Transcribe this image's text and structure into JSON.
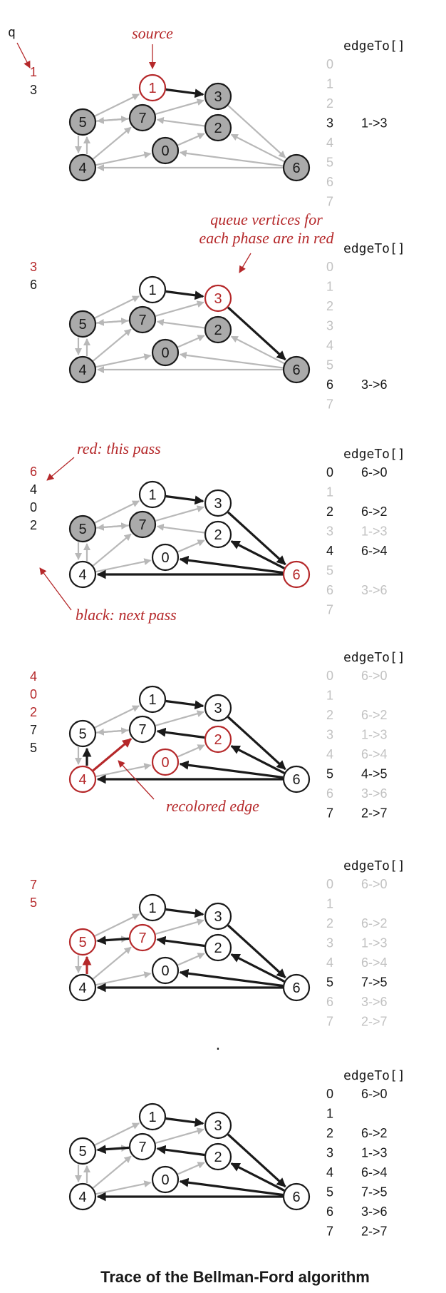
{
  "caption": "Trace of the Bellman-Ford algorithm",
  "colors": {
    "red": "#b5282a",
    "black": "#1a1a1a",
    "gray_edge": "#b8b8b8",
    "gray_fill": "#aaaaaa",
    "dim_text": "#c2c2c2"
  },
  "vertex_labels": [
    "0",
    "1",
    "2",
    "3",
    "4",
    "5",
    "6",
    "7"
  ],
  "edges": [
    {
      "from": 4,
      "to": 0
    },
    {
      "from": 0,
      "to": 2
    },
    {
      "from": 4,
      "to": 7
    },
    {
      "from": 5,
      "to": 1
    },
    {
      "from": 5,
      "to": 7
    },
    {
      "from": 7,
      "to": 5
    },
    {
      "from": 7,
      "to": 3
    },
    {
      "from": 1,
      "to": 3
    },
    {
      "from": 3,
      "to": 6
    },
    {
      "from": 6,
      "to": 0
    },
    {
      "from": 6,
      "to": 2
    },
    {
      "from": 6,
      "to": 4
    },
    {
      "from": 2,
      "to": 7
    },
    {
      "from": 5,
      "to": 4
    },
    {
      "from": 4,
      "to": 5
    }
  ],
  "edgeTo_header": "edgeTo[]",
  "queue_header": "q",
  "panels": [
    {
      "queue": [
        {
          "t": "1",
          "c": "red"
        },
        {
          "t": "3",
          "c": "black"
        }
      ],
      "gray": [
        0,
        2,
        3,
        4,
        5,
        6,
        7
      ],
      "red": [
        1
      ],
      "black_edges": [
        [
          1,
          3
        ]
      ],
      "red_edges": [],
      "table": [
        {
          "i": "0",
          "e": "",
          "s": "dim"
        },
        {
          "i": "1",
          "e": "",
          "s": "dim"
        },
        {
          "i": "2",
          "e": "",
          "s": "dim"
        },
        {
          "i": "3",
          "e": "1->3",
          "s": "black"
        },
        {
          "i": "4",
          "e": "",
          "s": "dim"
        },
        {
          "i": "5",
          "e": "",
          "s": "dim"
        },
        {
          "i": "6",
          "e": "",
          "s": "dim"
        },
        {
          "i": "7",
          "e": "",
          "s": "dim"
        }
      ]
    },
    {
      "queue": [
        {
          "t": "3",
          "c": "red"
        },
        {
          "t": "6",
          "c": "black"
        }
      ],
      "gray": [
        0,
        2,
        4,
        5,
        6,
        7
      ],
      "red": [
        3
      ],
      "black_edges": [
        [
          1,
          3
        ],
        [
          3,
          6
        ]
      ],
      "red_edges": [],
      "table": [
        {
          "i": "0",
          "e": "",
          "s": "dim"
        },
        {
          "i": "1",
          "e": "",
          "s": "dim"
        },
        {
          "i": "2",
          "e": "",
          "s": "dim"
        },
        {
          "i": "3",
          "e": "",
          "s": "dim"
        },
        {
          "i": "4",
          "e": "",
          "s": "dim"
        },
        {
          "i": "5",
          "e": "",
          "s": "dim"
        },
        {
          "i": "6",
          "e": "3->6",
          "s": "black"
        },
        {
          "i": "7",
          "e": "",
          "s": "dim"
        }
      ]
    },
    {
      "queue": [
        {
          "t": "6",
          "c": "red"
        },
        {
          "t": "4",
          "c": "black"
        },
        {
          "t": "0",
          "c": "black"
        },
        {
          "t": "2",
          "c": "black"
        }
      ],
      "gray": [
        5,
        7
      ],
      "red": [
        6
      ],
      "black_edges": [
        [
          1,
          3
        ],
        [
          3,
          6
        ],
        [
          6,
          0
        ],
        [
          6,
          2
        ],
        [
          6,
          4
        ]
      ],
      "red_edges": [],
      "table": [
        {
          "i": "0",
          "e": "6->0",
          "s": "black"
        },
        {
          "i": "1",
          "e": "",
          "s": "dim"
        },
        {
          "i": "2",
          "e": "6->2",
          "s": "black"
        },
        {
          "i": "3",
          "e": "1->3",
          "s": "dim"
        },
        {
          "i": "4",
          "e": "6->4",
          "s": "black"
        },
        {
          "i": "5",
          "e": "",
          "s": "dim"
        },
        {
          "i": "6",
          "e": "3->6",
          "s": "dim"
        },
        {
          "i": "7",
          "e": "",
          "s": "dim"
        }
      ]
    },
    {
      "queue": [
        {
          "t": "4",
          "c": "red"
        },
        {
          "t": "0",
          "c": "red"
        },
        {
          "t": "2",
          "c": "red"
        },
        {
          "t": "7",
          "c": "black"
        },
        {
          "t": "5",
          "c": "black"
        }
      ],
      "gray": [],
      "red": [
        4,
        0,
        2
      ],
      "black_edges": [
        [
          1,
          3
        ],
        [
          3,
          6
        ],
        [
          6,
          0
        ],
        [
          6,
          2
        ],
        [
          6,
          4
        ],
        [
          4,
          5
        ],
        [
          2,
          7
        ]
      ],
      "red_edges": [
        [
          4,
          7
        ]
      ],
      "table": [
        {
          "i": "0",
          "e": "6->0",
          "s": "dim"
        },
        {
          "i": "1",
          "e": "",
          "s": "dim"
        },
        {
          "i": "2",
          "e": "6->2",
          "s": "dim"
        },
        {
          "i": "3",
          "e": "1->3",
          "s": "dim"
        },
        {
          "i": "4",
          "e": "6->4",
          "s": "dim"
        },
        {
          "i": "5",
          "e": "4->5",
          "s": "black"
        },
        {
          "i": "6",
          "e": "3->6",
          "s": "dim"
        },
        {
          "i": "7",
          "e": "2->7",
          "s": "black"
        }
      ]
    },
    {
      "queue": [
        {
          "t": "7",
          "c": "red"
        },
        {
          "t": "5",
          "c": "red"
        }
      ],
      "gray": [],
      "red": [
        5,
        7
      ],
      "black_edges": [
        [
          1,
          3
        ],
        [
          3,
          6
        ],
        [
          6,
          0
        ],
        [
          6,
          2
        ],
        [
          6,
          4
        ],
        [
          2,
          7
        ],
        [
          7,
          5
        ]
      ],
      "red_edges": [
        [
          4,
          5
        ]
      ],
      "table": [
        {
          "i": "0",
          "e": "6->0",
          "s": "dim"
        },
        {
          "i": "1",
          "e": "",
          "s": "dim"
        },
        {
          "i": "2",
          "e": "6->2",
          "s": "dim"
        },
        {
          "i": "3",
          "e": "1->3",
          "s": "dim"
        },
        {
          "i": "4",
          "e": "6->4",
          "s": "dim"
        },
        {
          "i": "5",
          "e": "7->5",
          "s": "black"
        },
        {
          "i": "6",
          "e": "3->6",
          "s": "dim"
        },
        {
          "i": "7",
          "e": "2->7",
          "s": "dim"
        }
      ]
    },
    {
      "queue": [],
      "gray": [],
      "red": [],
      "black_edges": [
        [
          1,
          3
        ],
        [
          3,
          6
        ],
        [
          6,
          0
        ],
        [
          6,
          2
        ],
        [
          6,
          4
        ],
        [
          2,
          7
        ],
        [
          7,
          5
        ]
      ],
      "red_edges": [],
      "table": [
        {
          "i": "0",
          "e": "6->0",
          "s": "black"
        },
        {
          "i": "1",
          "e": "",
          "s": "black"
        },
        {
          "i": "2",
          "e": "6->2",
          "s": "black"
        },
        {
          "i": "3",
          "e": "1->3",
          "s": "black"
        },
        {
          "i": "4",
          "e": "6->4",
          "s": "black"
        },
        {
          "i": "5",
          "e": "7->5",
          "s": "black"
        },
        {
          "i": "6",
          "e": "3->6",
          "s": "black"
        },
        {
          "i": "7",
          "e": "2->7",
          "s": "black"
        }
      ]
    }
  ],
  "annotations": {
    "source": "source",
    "queue_note_1": "queue vertices for",
    "queue_note_2": "each phase are in red",
    "red_pass": "red: this pass",
    "black_pass": "black: next pass",
    "recolored": "recolored edge",
    "ellipsis": "."
  }
}
